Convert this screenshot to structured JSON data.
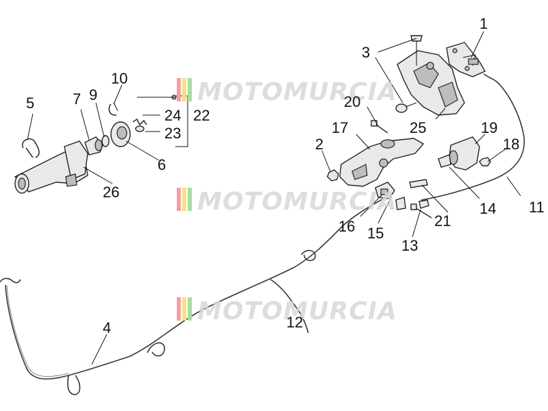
{
  "diagram": {
    "watermark": "MOTOMURCIA",
    "brand_colors": {
      "stripe_red": "#f2a0a0",
      "stripe_yellow": "#f5e08a",
      "stripe_green": "#a9dca0",
      "watermark_gray": "#d0d0d0"
    },
    "labels": {
      "n1": "1",
      "n2": "2",
      "n3": "3",
      "n4": "4",
      "n5": "5",
      "n6": "6",
      "n7": "7",
      "n9": "9",
      "n10": "10",
      "n11": "11",
      "n12": "12",
      "n13": "13",
      "n14": "14",
      "n15": "15",
      "n16": "16",
      "n17": "17",
      "n18": "18",
      "n19": "19",
      "n20": "20",
      "n21": "21",
      "n22": "22",
      "n23": "23",
      "n24": "24",
      "n25": "25",
      "n26": "26"
    }
  }
}
